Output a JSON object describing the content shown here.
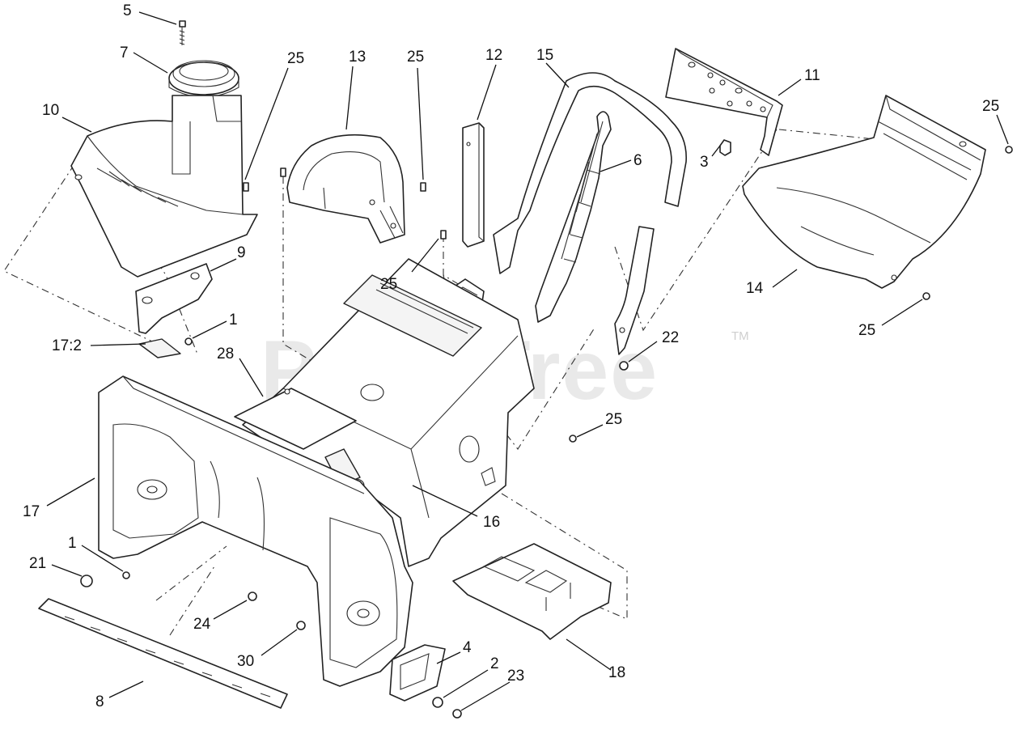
{
  "watermark": {
    "text": "PartsTree",
    "trademark": "TM"
  },
  "callouts": {
    "c1a": "1",
    "c1b": "1",
    "c2": "2",
    "c3": "3",
    "c4": "4",
    "c5": "5",
    "c6": "6",
    "c7": "7",
    "c8": "8",
    "c9": "9",
    "c10": "10",
    "c11": "11",
    "c12": "12",
    "c13": "13",
    "c14": "14",
    "c15": "15",
    "c16": "16",
    "c17": "17",
    "c17_2": "17:2",
    "c18": "18",
    "c21": "21",
    "c22": "22",
    "c23": "23",
    "c24": "24",
    "c25a": "25",
    "c25b": "25",
    "c25c": "25",
    "c25d": "25",
    "c25e": "25",
    "c25f": "25",
    "c28": "28",
    "c30": "30"
  }
}
